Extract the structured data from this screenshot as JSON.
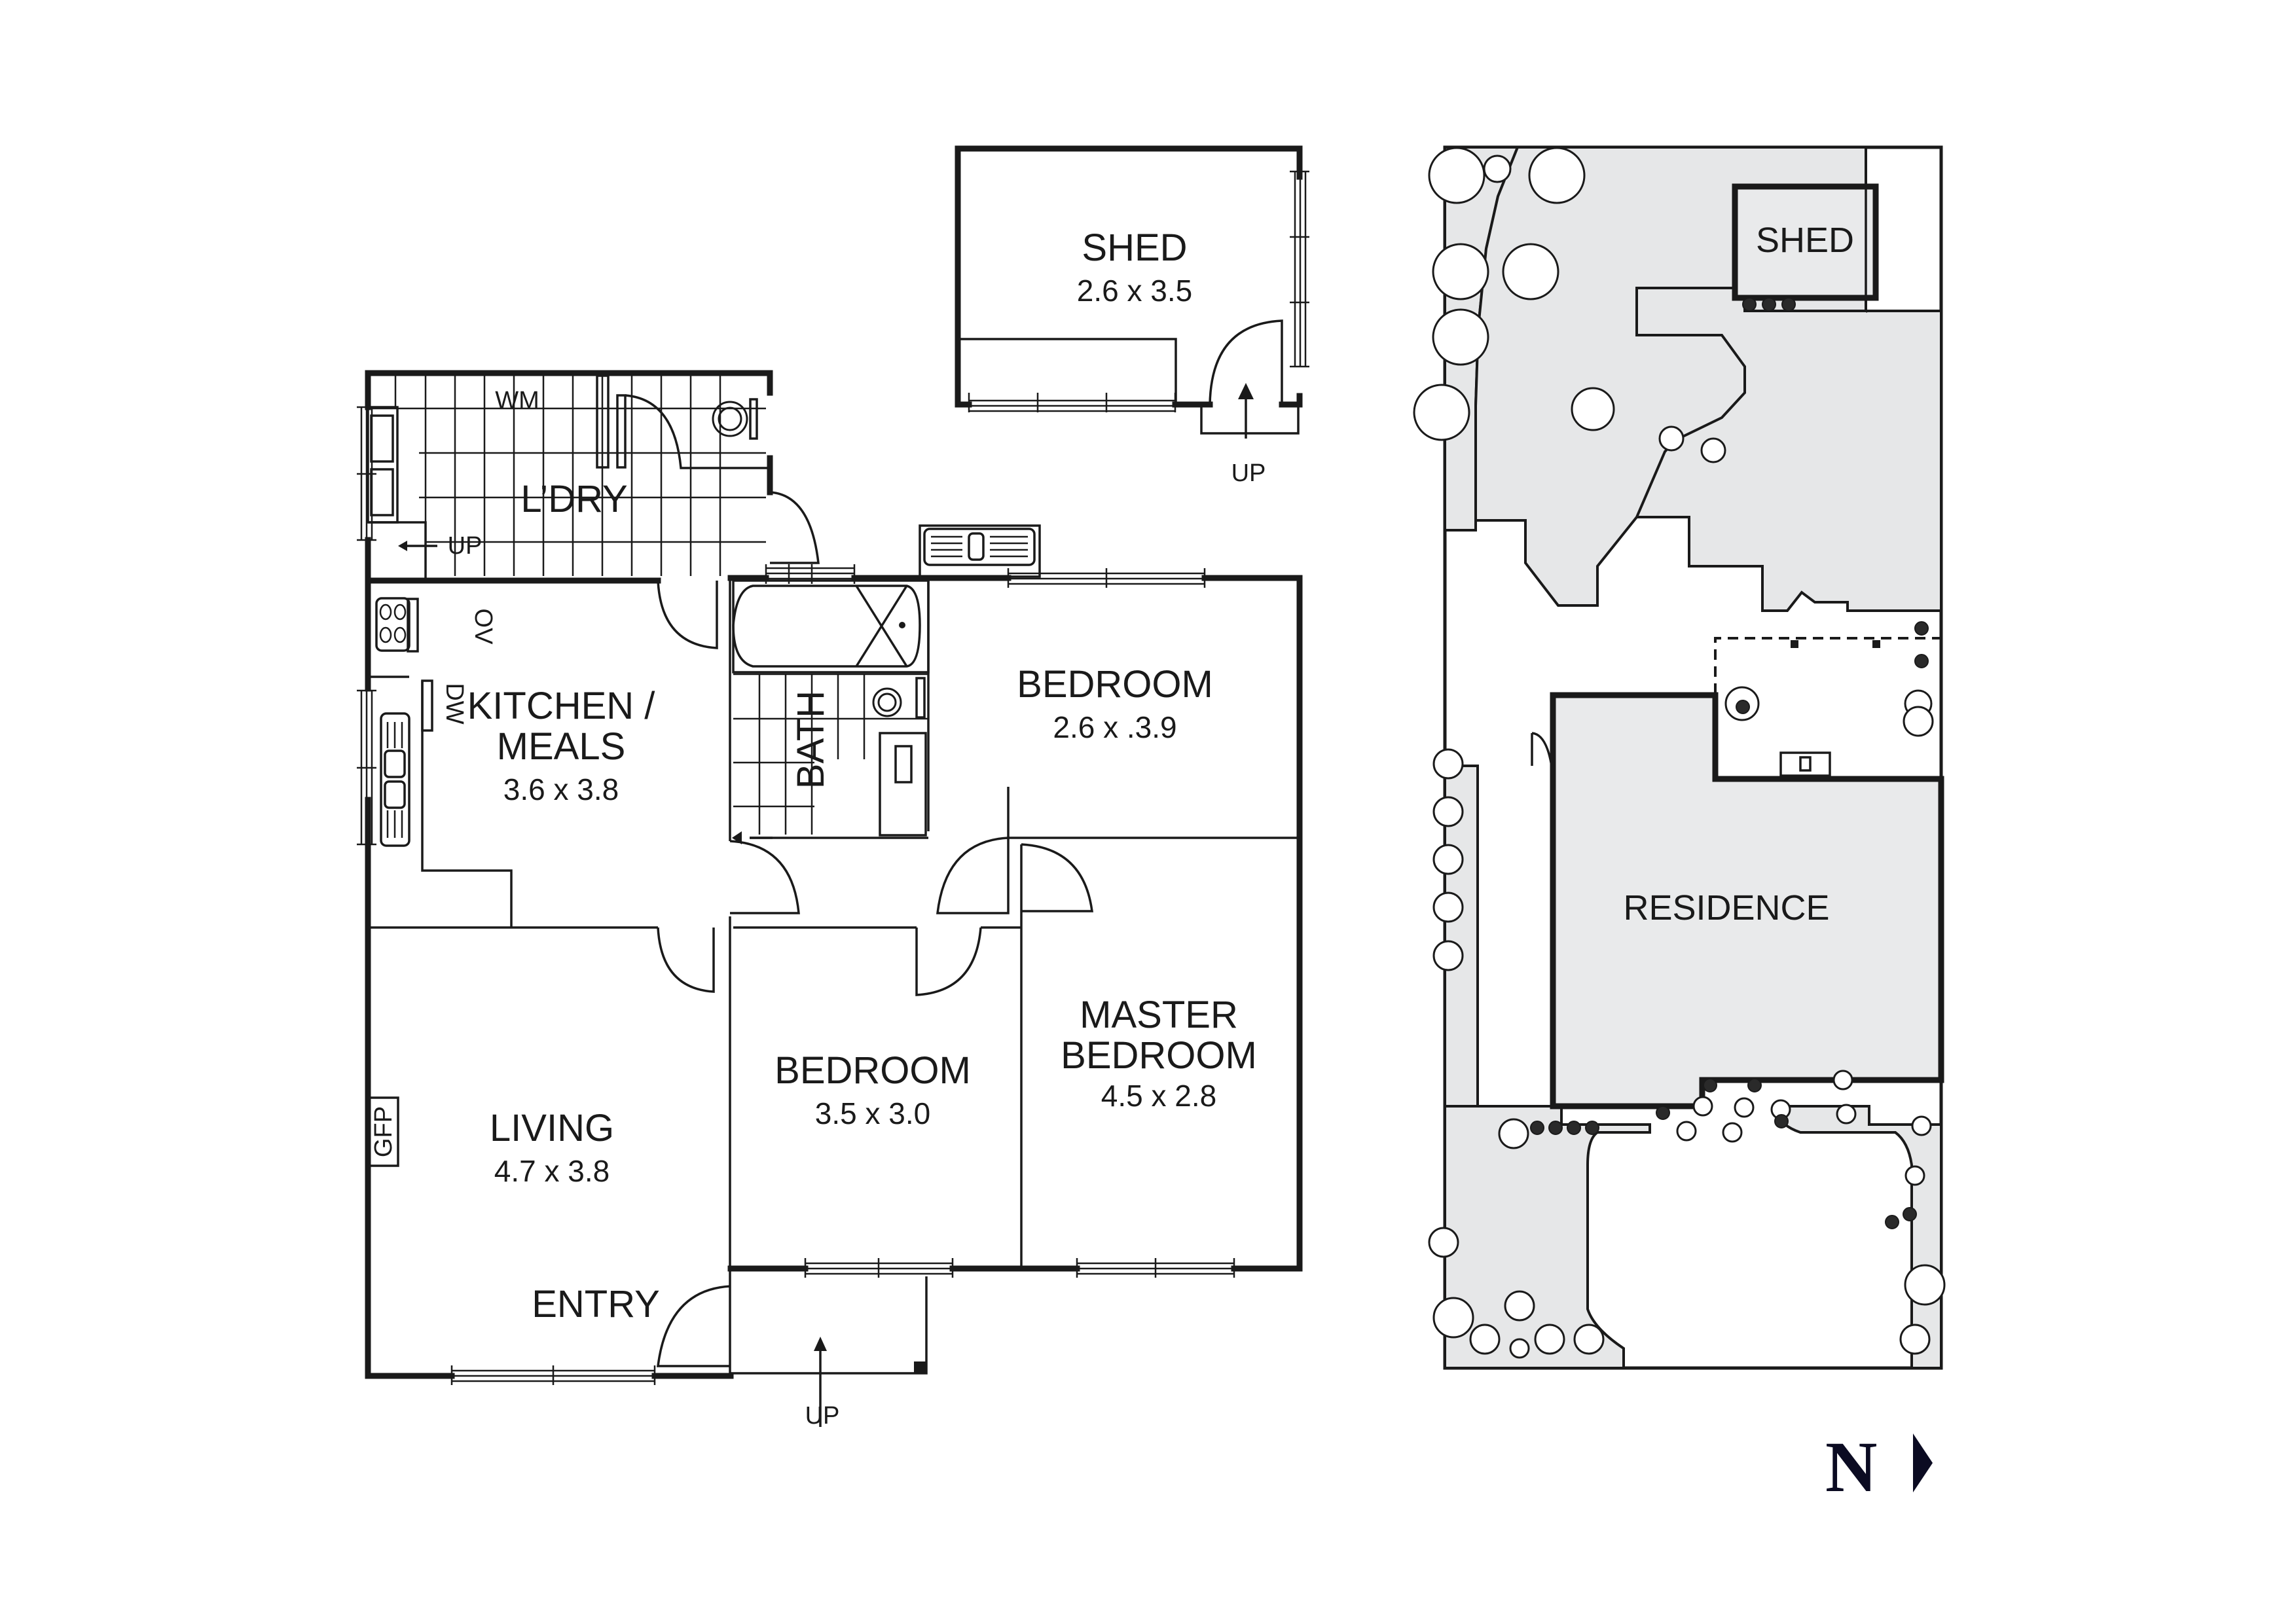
{
  "floor_plan": {
    "rooms": [
      {
        "id": "shed",
        "name": "SHED",
        "dimensions": "2.6 x 3.5"
      },
      {
        "id": "laundry",
        "name": "L’DRY"
      },
      {
        "id": "kitchen",
        "name_line1": "KITCHEN /",
        "name_line2": "MEALS",
        "dimensions": "3.6 x 3.8"
      },
      {
        "id": "bath",
        "name": "BATH"
      },
      {
        "id": "bedroom2",
        "name": "BEDROOM",
        "dimensions": "2.6 x .3.9"
      },
      {
        "id": "living",
        "name": "LIVING",
        "dimensions": "4.7 x 3.8"
      },
      {
        "id": "bedroom3",
        "name": "BEDROOM",
        "dimensions": "3.5 x 3.0"
      },
      {
        "id": "master",
        "name_line1": "MASTER",
        "name_line2": "BEDROOM",
        "dimensions": "4.5 x 2.8"
      },
      {
        "id": "entry",
        "name": "ENTRY"
      }
    ],
    "fixtures": {
      "washing_machine": "WM",
      "oven": "OV",
      "dishwasher": "DW",
      "gas_fireplace": "GFP"
    },
    "stairs": {
      "laundry_up": "UP",
      "shed_up": "UP",
      "entry_up": "UP"
    }
  },
  "site_plan": {
    "shed_label": "SHED",
    "residence_label": "RESIDENCE"
  },
  "north_arrow": {
    "label": "N",
    "direction": "east"
  },
  "colors": {
    "line": "#1a1a1a",
    "landscape_fill": "#e6e7e8",
    "north_arrow": "#0b0b22"
  }
}
